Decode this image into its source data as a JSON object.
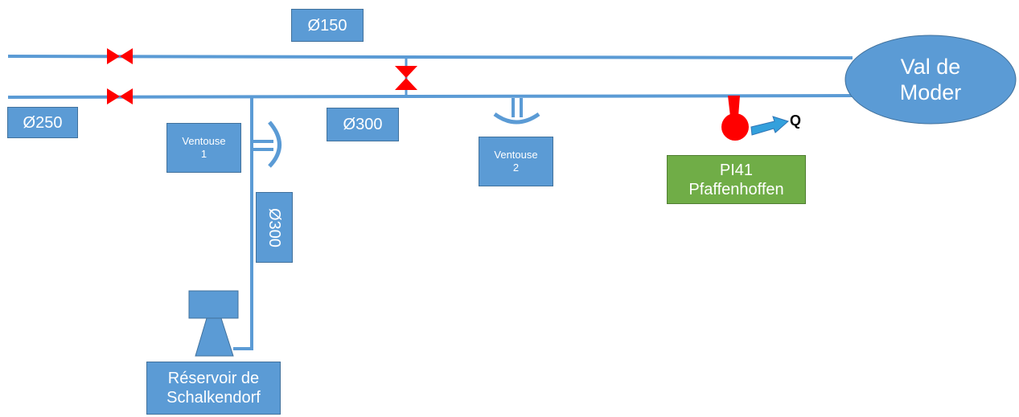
{
  "labels": {
    "pipe_150": "Ø150",
    "pipe_250": "Ø250",
    "pipe_300_main": "Ø300",
    "pipe_300_vertical": "Ø300",
    "ventouse_1": "Ventouse\n1",
    "ventouse_2": "Ventouse\n2",
    "reservoir": "Réservoir de\nSchalkendorf",
    "station": "PI41\nPfaffenhoffen",
    "destination": "Val de\nModer",
    "flow_symbol": "Q"
  },
  "colors": {
    "pipe": "#5b9bd5",
    "label_fill": "#5b9bd5",
    "station_fill": "#70ad47",
    "valve": "#ff0000",
    "pump": "#ff0000",
    "flow_arrow": "#33a0dc"
  }
}
